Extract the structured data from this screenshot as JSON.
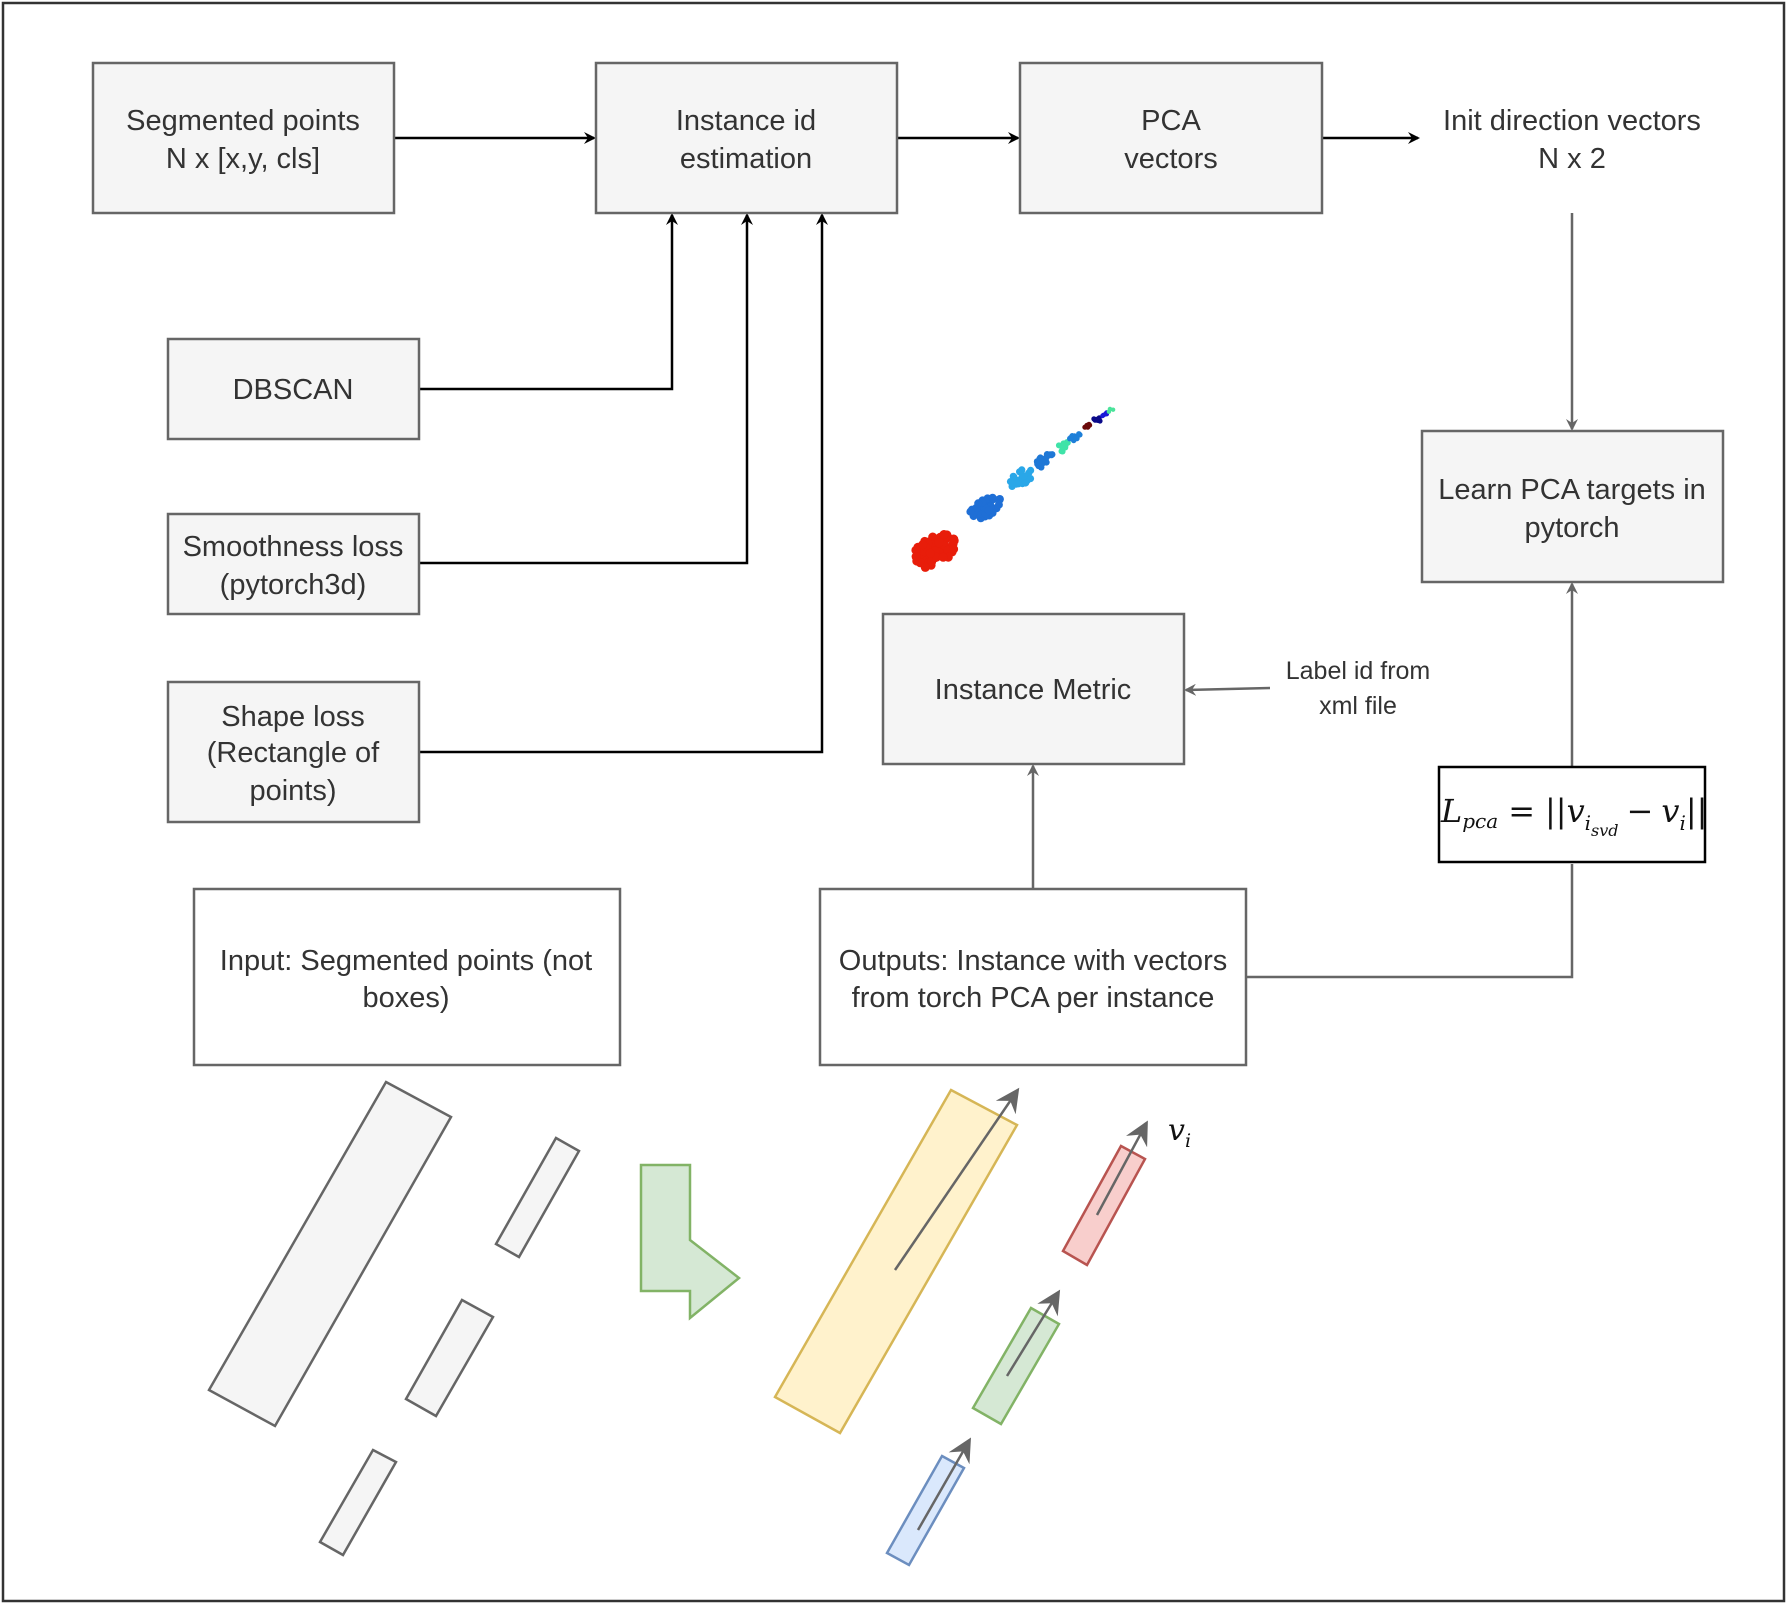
{
  "nodes": {
    "segmented_points": [
      "Segmented points",
      "N x [x,y, cls]"
    ],
    "instance_id": [
      "Instance id",
      "estimation"
    ],
    "pca_vectors": [
      "PCA",
      "vectors"
    ],
    "init_direction": [
      "Init direction vectors",
      "N x 2"
    ],
    "dbscan": [
      "DBSCAN"
    ],
    "smoothness": [
      "Smoothness loss",
      "(pytorch3d)"
    ],
    "shape_loss": [
      "Shape loss",
      "(Rectangle of",
      "points)"
    ],
    "learn_pca": [
      "Learn PCA targets in",
      "pytorch"
    ],
    "instance_metric": [
      "Instance Metric"
    ],
    "label_id": [
      "Label id from",
      "xml file"
    ],
    "input": [
      "Input: Segmented points (not",
      "boxes)"
    ],
    "outputs": [
      "Outputs: Instance with vectors",
      "from torch PCA per instance"
    ]
  },
  "formula": {
    "L": "L",
    "pca": "pca",
    "eq": "=",
    "bars_open": "||",
    "v": "v",
    "i": "i",
    "svd": "svd",
    "minus": "−",
    "v2": "v",
    "i2": "i",
    "bars_close": "||"
  },
  "vector_label": {
    "v": "v",
    "i": "i"
  },
  "colors": {
    "box_fill": "#f5f5f5",
    "box_stroke": "#666666",
    "yellow_fill": "#fff2cc",
    "yellow_stroke": "#d6b656",
    "red_fill": "#f8cecc",
    "red_stroke": "#b85450",
    "green_fill": "#d5e8d4",
    "green_stroke": "#82b366",
    "blue_fill": "#dae8fc",
    "blue_stroke": "#6c8ebf"
  }
}
